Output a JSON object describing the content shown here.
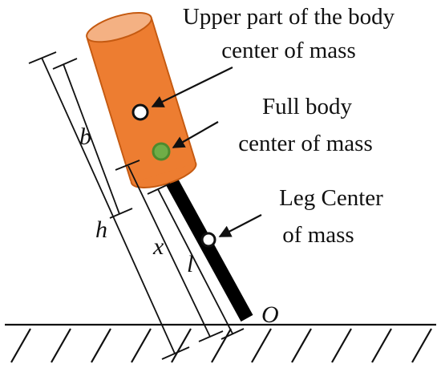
{
  "labels": {
    "upper_body_com": [
      "Upper part of the body",
      "center of mass"
    ],
    "full_body_com": [
      "Full body",
      "center of mass"
    ],
    "leg_com": [
      "Leg Center",
      "of mass"
    ]
  },
  "variables": {
    "b": "b",
    "h": "h",
    "x": "x",
    "l": "l",
    "origin": "O"
  },
  "colors": {
    "torso_fill": "#ED7D31",
    "torso_top": "#F4B183",
    "torso_stroke": "#C55A11",
    "leg": "#000000",
    "full_com_fill": "#70AD47",
    "full_com_stroke": "#4E8A2E",
    "point_white": "#FFFFFF",
    "ink": "#111111"
  }
}
